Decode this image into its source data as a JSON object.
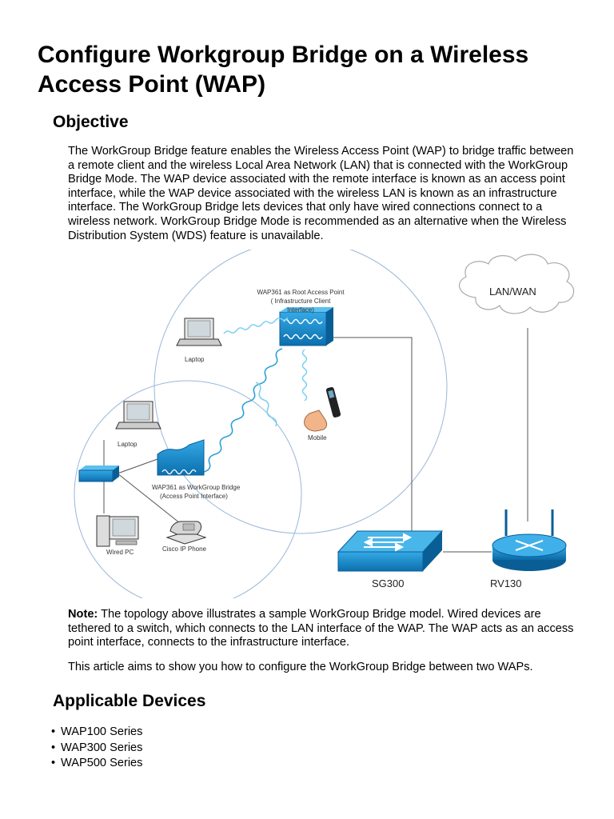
{
  "title": "Configure Workgroup Bridge on a Wireless Access Point (WAP)",
  "objective": {
    "heading": "Objective",
    "text": "The WorkGroup Bridge feature enables the Wireless Access Point (WAP) to bridge traffic between a remote client and the wireless Local Area Network (LAN) that is connected with the WorkGroup Bridge Mode. The WAP device associated with the remote interface is known as an access point interface, while the WAP device associated with the wireless LAN is known as an infrastructure interface. The WorkGroup Bridge lets devices that only have wired connections connect to a wireless network. WorkGroup Bridge Mode is recommended as an alternative when the Wireless Distribution System (WDS) feature is unavailable."
  },
  "diagram": {
    "cloud_label": "LAN/WAN",
    "root_ap_label_1": "WAP361 as Root Access Point",
    "root_ap_label_2": "( Infrastructure Client",
    "root_ap_label_3": "Interface)",
    "laptop_top_label": "Laptop",
    "mobile_label": "Mobile",
    "laptop_left_label": "Laptop",
    "wgb_label_1": "WAP361 as WorkGroup Bridge",
    "wgb_label_2": "(Access Point Interface)",
    "wired_pc_label": "Wired PC",
    "ip_phone_label": "Cisco IP Phone",
    "switch_label": "SG300",
    "router_label": "RV130",
    "colors": {
      "device_blue": "#1a8fd1",
      "device_dark": "#0a5e96",
      "circle": "#9ab7d9",
      "wave": "#2a9fd6",
      "wave_light": "#7fd0f0"
    }
  },
  "note": {
    "label": "Note:",
    "text": " The topology above illustrates a sample WorkGroup Bridge model. Wired devices are tethered to a switch, which connects to the LAN interface of the WAP. The WAP acts as an access point interface, connects to the infrastructure interface."
  },
  "aim": "This article aims to show you how to configure the WorkGroup Bridge between two WAPs.",
  "devices": {
    "heading": "Applicable Devices",
    "bullet": "•",
    "items": [
      "WAP100 Series",
      "WAP300 Series",
      "WAP500 Series"
    ]
  }
}
